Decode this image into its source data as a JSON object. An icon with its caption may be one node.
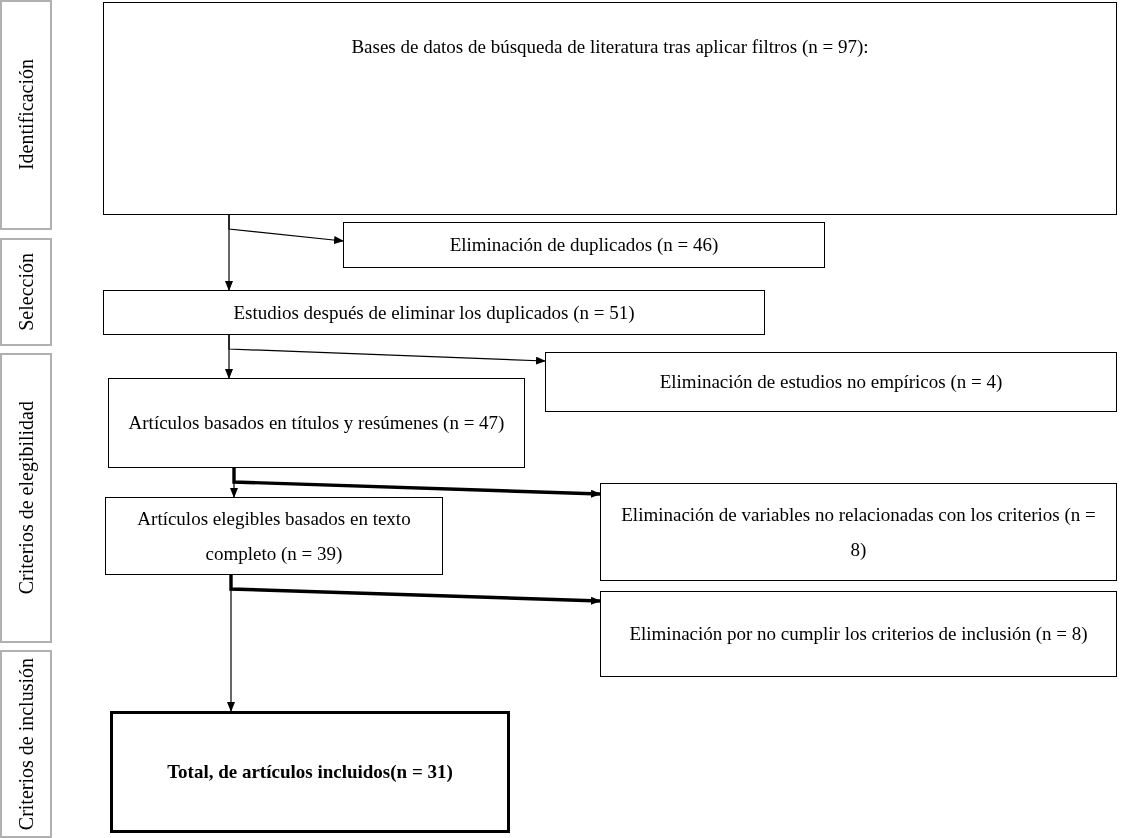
{
  "diagram": {
    "nodes": [
      {
        "text": [
          "Identificación"
        ]
      },
      {
        "text": [
          "Selección"
        ]
      },
      {
        "text": [
          "Criterios de elegibilidad"
        ]
      },
      {
        "text": [
          "Criterios de inclusión"
        ]
      },
      {
        "text": [
          "Bases de datos de búsqueda de literatura tras aplicar filtros (n = 97):"
        ]
      },
      {
        "text": [
          "Eliminación de duplicados (n = 46)"
        ]
      },
      {
        "text": [
          "Estudios después de eliminar los duplicados (n = 51)"
        ]
      },
      {
        "text": [
          "Eliminación de estudios no empíricos (n = 4)"
        ]
      },
      {
        "text": [
          "Artículos basados en títulos y resúmenes (n = 47)"
        ]
      },
      {
        "text": [
          "Eliminación de variables no relacionadas con los criterios (n = 8)"
        ]
      },
      {
        "text": [
          "Artículos elegibles basados en texto completo (n = 39)"
        ]
      },
      {
        "text": [
          "Eliminación por no cumplir los criterios de inclusión (n = 8)"
        ]
      },
      {
        "text": [
          "Total, de artículos incluidos(n = 31)"
        ]
      }
    ],
    "edges": [
      {
        "from": 4,
        "to": 5,
        "arrow": "to"
      },
      {
        "from": 4,
        "to": 6,
        "arrow": "to"
      },
      {
        "from": 6,
        "to": 7,
        "arrow": "to"
      },
      {
        "from": 6,
        "to": 8,
        "arrow": "to"
      },
      {
        "from": 8,
        "to": 9,
        "arrow": "to",
        "style": "thick"
      },
      {
        "from": 8,
        "to": 10,
        "arrow": "to"
      },
      {
        "from": 10,
        "to": 11,
        "arrow": "to",
        "style": "thick"
      },
      {
        "from": 10,
        "to": 12,
        "arrow": "to"
      }
    ]
  }
}
